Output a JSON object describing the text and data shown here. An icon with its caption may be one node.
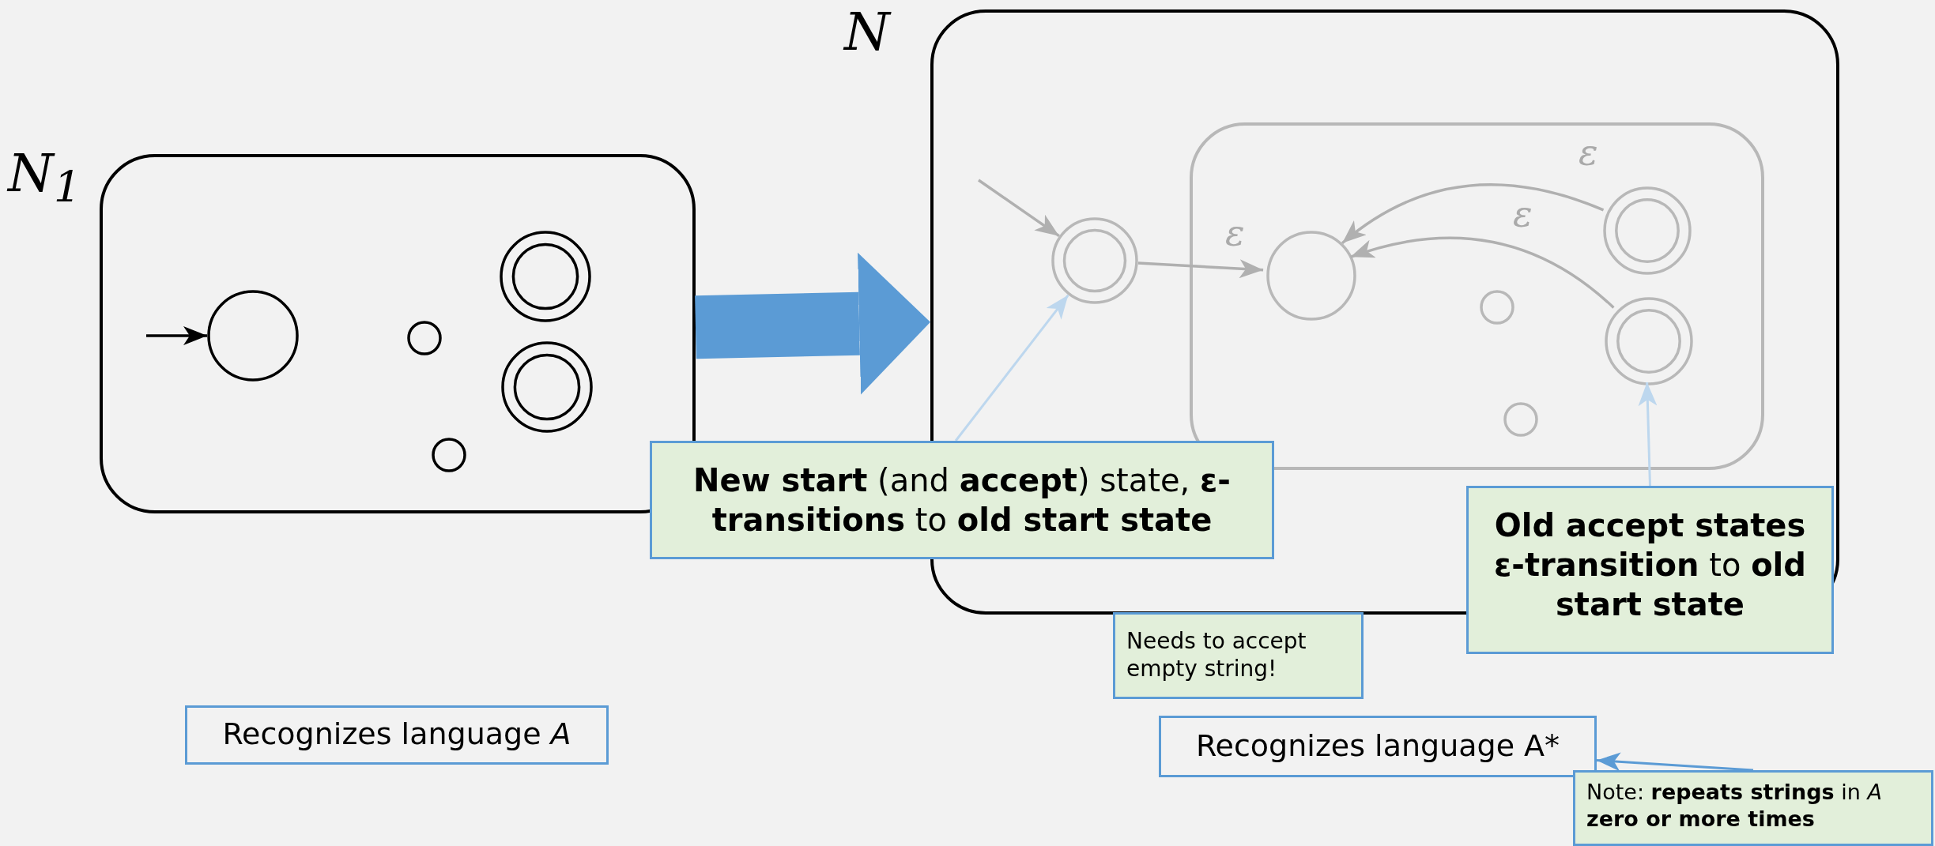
{
  "diagram": {
    "nodes": [
      {
        "text": [
          "*N*$_{1}$"
        ]
      },
      {
        "text": [],
        "shape": "circle",
        "in": 0
      },
      {
        "text": [],
        "shape": "circle",
        "in": 0
      },
      {
        "text": [],
        "shape": "circle",
        "in": 0
      },
      {
        "text": [],
        "shape": "circle",
        "in": 0
      },
      {
        "text": [],
        "shape": "circle",
        "in": 0
      },
      {
        "text": [
          "N"
        ]
      },
      {
        "text": [],
        "shape": "box",
        "in": 6
      },
      {
        "text": [],
        "shape": "circle",
        "in": 6
      },
      {
        "text": [],
        "shape": "circle",
        "in": 7
      },
      {
        "text": [],
        "shape": "circle",
        "in": 7
      },
      {
        "text": [],
        "shape": "circle",
        "in": 7
      },
      {
        "text": [],
        "shape": "circle",
        "in": 7
      },
      {
        "text": [],
        "shape": "circle",
        "in": 7
      },
      {
        "text": [
          "**New start** (and **accept**) state, **ε-transitions** to **old start state**"
        ]
      },
      {
        "text": [
          "**Old accept states ε-transition** to **old start state**"
        ]
      },
      {
        "text": [
          "Needs to accept empty string!"
        ]
      },
      {
        "text": [
          "Recognizes language *A*"
        ]
      },
      {
        "text": [
          "Recognizes language A*"
        ]
      },
      {
        "text": [
          "Note: **repeats strings** in *A* **zero or more times**"
        ]
      }
    ],
    "edges": [
      {
        "from": null,
        "to": 1,
        "arrow": "to",
        "color": "#000000"
      },
      {
        "from": 0,
        "to": 6,
        "arrow": "to",
        "style": "thick",
        "color": "#5b9bd5"
      },
      {
        "from": null,
        "to": 8,
        "arrow": "to"
      },
      {
        "from": 8,
        "to": 9,
        "arrow": "to",
        "label": "ε"
      },
      {
        "from": 12,
        "to": 9,
        "arrow": "to",
        "label": "ε"
      },
      {
        "from": 13,
        "to": 9,
        "arrow": "to",
        "label": "ε"
      },
      {
        "from": 14,
        "to": 8,
        "arrow": "to",
        "color": "#bdd7ee"
      },
      {
        "from": 15,
        "to": 13,
        "arrow": "to",
        "color": "#bdd7ee"
      },
      {
        "from": 19,
        "to": 18,
        "arrow": "to",
        "color": "#5b9bd5"
      }
    ]
  }
}
